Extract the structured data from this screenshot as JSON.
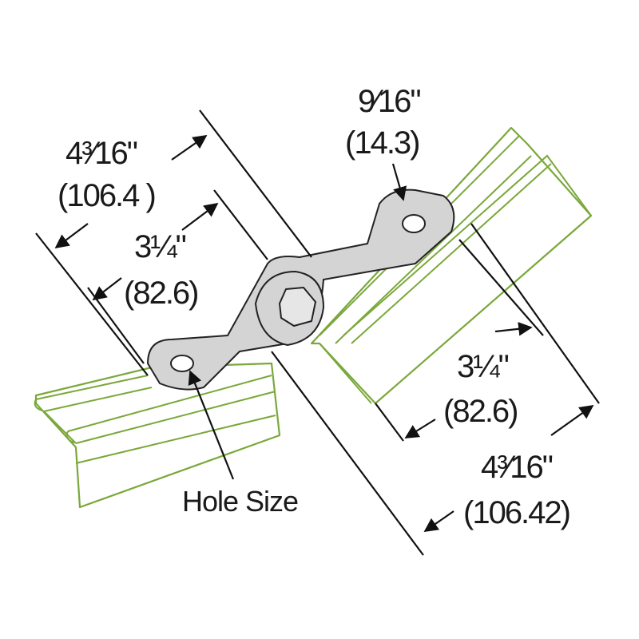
{
  "diagram": {
    "dimensions": {
      "left_outer_in": "4³⁄16\"",
      "left_outer_mm": "(106.4 )",
      "left_inner_in": "3¼\"",
      "left_inner_mm": "(82.6)",
      "hole_in": "9⁄16\"",
      "hole_mm": "(14.3)",
      "right_inner_in": "3¼\"",
      "right_inner_mm": "(82.6)",
      "right_outer_in": "4³⁄16\"",
      "right_outer_mm": "(106.42)"
    },
    "hole_label": "Hole Size",
    "colors": {
      "channel": "#7aa83a",
      "bracket": "#d4d4d4",
      "line": "#111111"
    }
  }
}
